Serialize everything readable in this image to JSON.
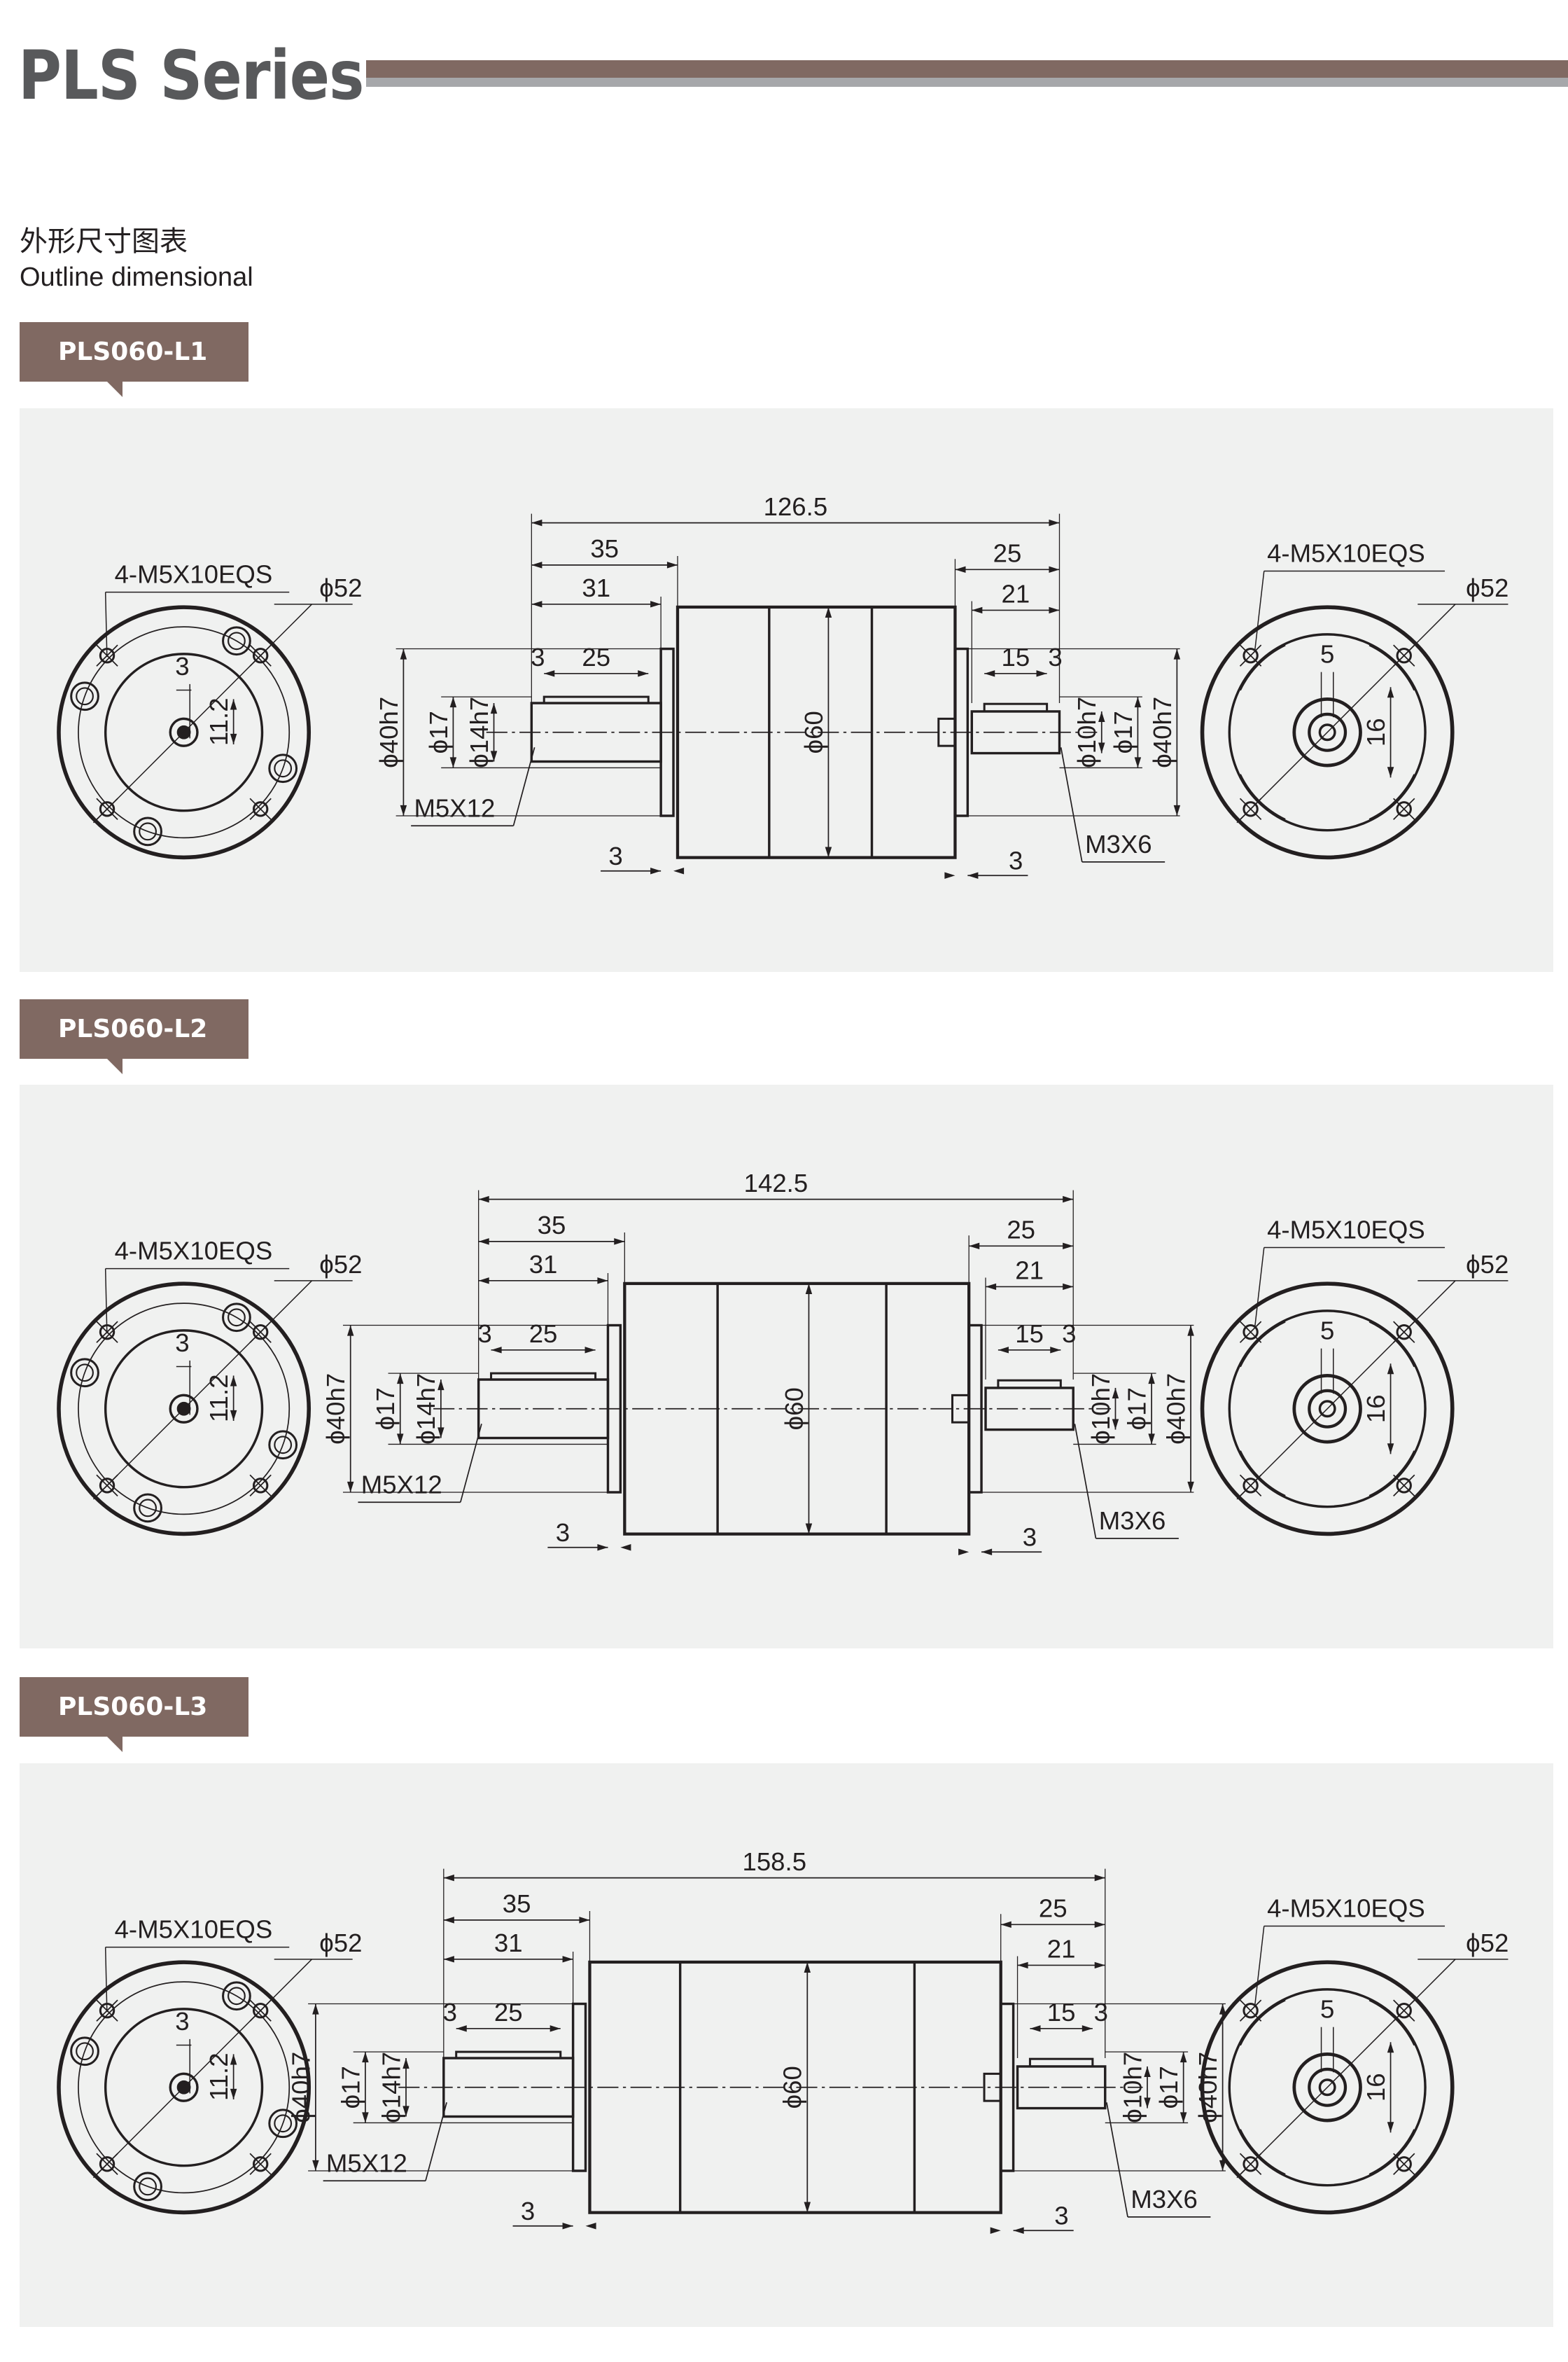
{
  "header": {
    "title": "PLS Series",
    "subtitle_cn": "外形尺寸图表",
    "subtitle_en": "Outline dimensional"
  },
  "colors": {
    "accent": "#806962",
    "accent_gray": "#a6a7aa",
    "panel_bg": "#f0f1f0",
    "line": "#231f20"
  },
  "sections": [
    {
      "tag": "PLS060-L1",
      "length_mm": 126.5,
      "labels": {
        "total": "126.5",
        "in_len": "35",
        "in_shaft": "31",
        "out_len": "25",
        "out_shaft": "21",
        "key_off_in": "3",
        "key_len_in": "25",
        "key_len_out": "15",
        "key_off_out": "3",
        "d_in_pilot": "ϕ40h7",
        "d_in_17": "ϕ17",
        "d_in_shaft": "ϕ14h7",
        "in_tap": "M5X12",
        "d_body": "ϕ60",
        "d_out_shaft": "ϕ10h7",
        "d_out_17": "ϕ17",
        "d_out_pilot": "ϕ40h7",
        "out_tap": "M3X6",
        "plate_in": "3",
        "plate_out": "3",
        "left_holes": "4-M5X10EQS",
        "left_pcd": "ϕ52",
        "left_key_w": "3",
        "left_key_h": "11.2",
        "right_holes": "4-M5X10EQS",
        "right_pcd": "ϕ52",
        "right_key_w": "5",
        "right_key_h": "16"
      }
    },
    {
      "tag": "PLS060-L2",
      "length_mm": 142.5,
      "labels": {
        "total": "142.5",
        "in_len": "35",
        "in_shaft": "31",
        "out_len": "25",
        "out_shaft": "21",
        "key_off_in": "3",
        "key_len_in": "25",
        "key_len_out": "15",
        "key_off_out": "3",
        "d_in_pilot": "ϕ40h7",
        "d_in_17": "ϕ17",
        "d_in_shaft": "ϕ14h7",
        "in_tap": "M5X12",
        "d_body": "ϕ60",
        "d_out_shaft": "ϕ10h7",
        "d_out_17": "ϕ17",
        "d_out_pilot": "ϕ40h7",
        "out_tap": "M3X6",
        "plate_in": "3",
        "plate_out": "3",
        "left_holes": "4-M5X10EQS",
        "left_pcd": "ϕ52",
        "left_key_w": "3",
        "left_key_h": "11.2",
        "right_holes": "4-M5X10EQS",
        "right_pcd": "ϕ52",
        "right_key_w": "5",
        "right_key_h": "16"
      }
    },
    {
      "tag": "PLS060-L3",
      "length_mm": 158.5,
      "labels": {
        "total": "158.5",
        "in_len": "35",
        "in_shaft": "31",
        "out_len": "25",
        "out_shaft": "21",
        "key_off_in": "3",
        "key_len_in": "25",
        "key_len_out": "15",
        "key_off_out": "3",
        "d_in_pilot": "ϕ40h7",
        "d_in_17": "ϕ17",
        "d_in_shaft": "ϕ14h7",
        "in_tap": "M5X12",
        "d_body": "ϕ60",
        "d_out_shaft": "ϕ10h7",
        "d_out_17": "ϕ17",
        "d_out_pilot": "ϕ40h7",
        "out_tap": "M3X6",
        "plate_in": "3",
        "plate_out": "3",
        "left_holes": "4-M5X10EQS",
        "left_pcd": "ϕ52",
        "left_key_w": "3",
        "left_key_h": "11.2",
        "right_holes": "4-M5X10EQS",
        "right_pcd": "ϕ52",
        "right_key_w": "5",
        "right_key_h": "16"
      }
    }
  ]
}
